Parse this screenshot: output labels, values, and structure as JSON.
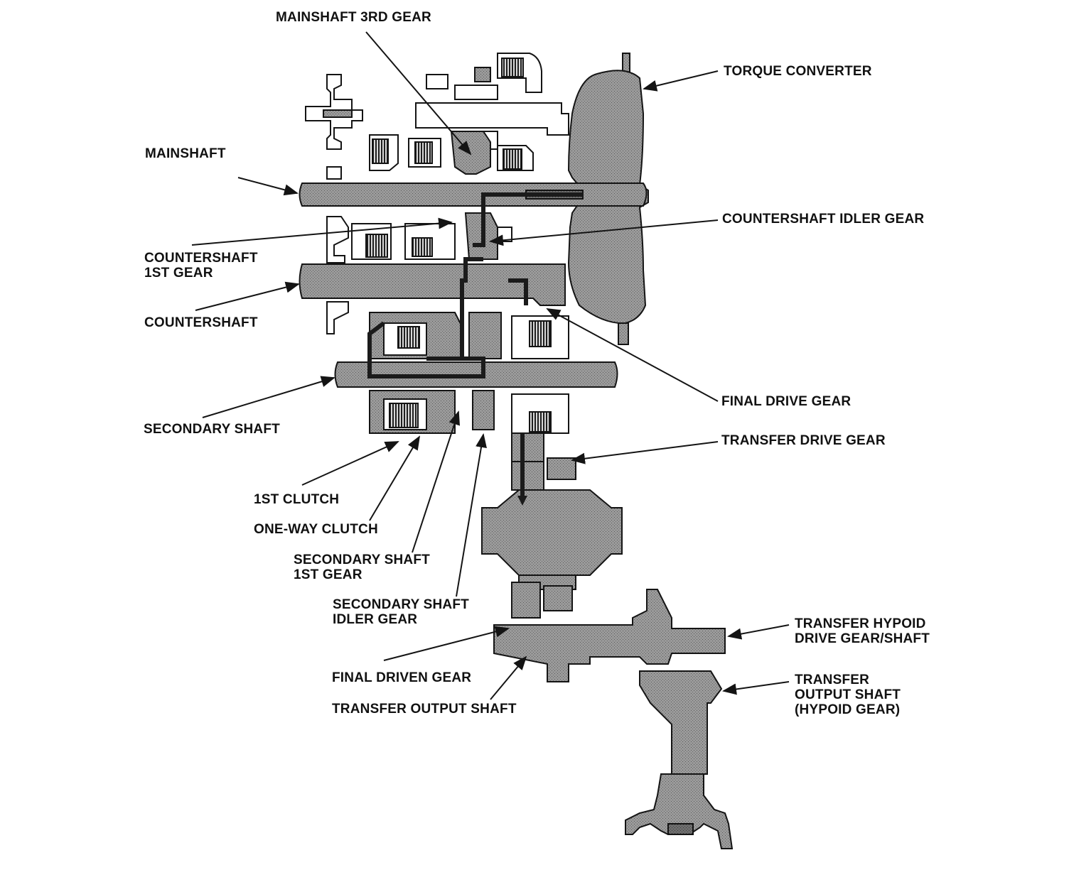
{
  "colors": {
    "ink": "#141414",
    "part_fill": "#8f8f8f",
    "part_dark": "#5e5e5e",
    "part_light": "#c4c4c4",
    "flow": "#222222",
    "background": "#ffffff"
  },
  "labels": {
    "mainshaft_3rd_gear": "MAINSHAFT 3RD GEAR",
    "torque_converter": "TORQUE CONVERTER",
    "mainshaft": "MAINSHAFT",
    "countershaft_idler_gear": "COUNTERSHAFT IDLER GEAR",
    "countershaft_1st_gear_l1": "COUNTERSHAFT",
    "countershaft_1st_gear_l2": "1ST GEAR",
    "countershaft": "COUNTERSHAFT",
    "final_drive_gear": "FINAL DRIVE GEAR",
    "secondary_shaft": "SECONDARY SHAFT",
    "transfer_drive_gear": "TRANSFER DRIVE GEAR",
    "first_clutch": "1ST CLUTCH",
    "one_way_clutch": "ONE-WAY CLUTCH",
    "secondary_shaft_1st_gear_l1": "SECONDARY SHAFT",
    "secondary_shaft_1st_gear_l2": "1ST GEAR",
    "secondary_shaft_idler_gear_l1": "SECONDARY SHAFT",
    "secondary_shaft_idler_gear_l2": "IDLER GEAR",
    "transfer_hypoid_drive_l1": "TRANSFER HYPOID",
    "transfer_hypoid_drive_l2": "DRIVE GEAR/SHAFT",
    "final_driven_gear": "FINAL DRIVEN GEAR",
    "transfer_output_shaft_hypoid_l1": "TRANSFER",
    "transfer_output_shaft_hypoid_l2": "OUTPUT SHAFT",
    "transfer_output_shaft_hypoid_l3": "(HYPOID GEAR)",
    "transfer_output_shaft": "TRANSFER OUTPUT SHAFT"
  }
}
